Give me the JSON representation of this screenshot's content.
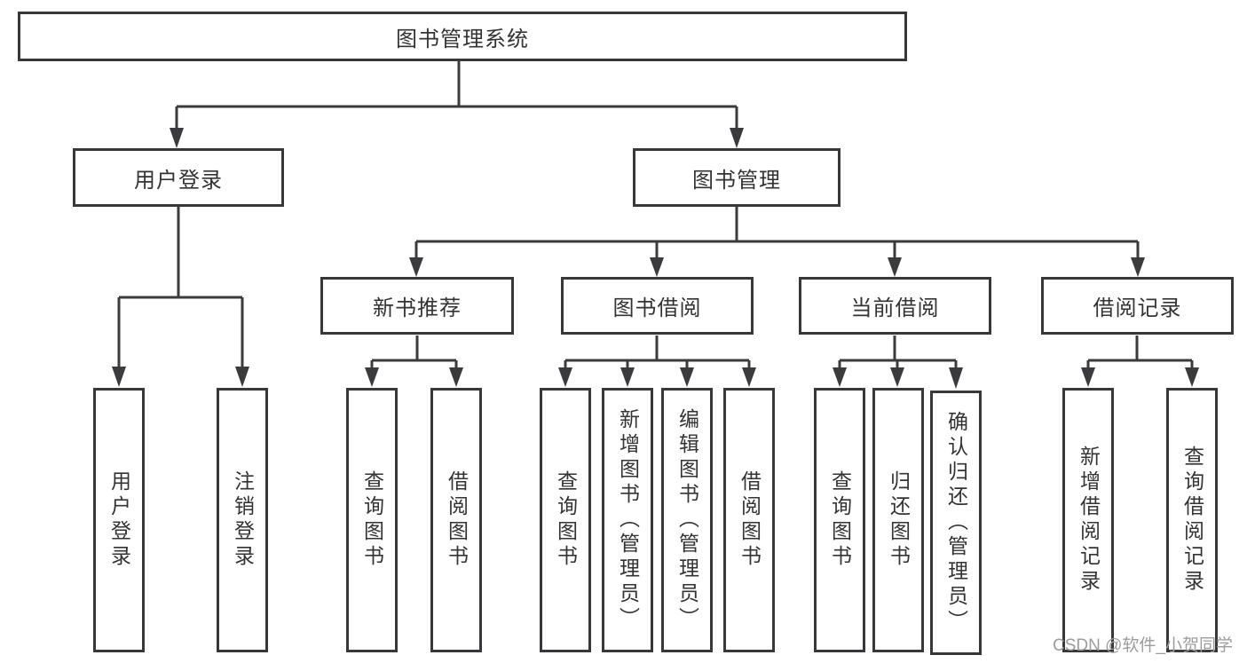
{
  "diagram": {
    "root": {
      "label": "图书管理系统"
    },
    "level2": [
      {
        "label": "用户登录"
      },
      {
        "label": "图书管理"
      }
    ],
    "level3": [
      {
        "label": "新书推荐"
      },
      {
        "label": "图书借阅"
      },
      {
        "label": "当前借阅"
      },
      {
        "label": "借阅记录"
      }
    ],
    "leaves": {
      "user_login": [
        {
          "label": "用户登录"
        },
        {
          "label": "注销登录"
        }
      ],
      "new_books": [
        {
          "label": "查询图书"
        },
        {
          "label": "借阅图书"
        }
      ],
      "book_borrow": [
        {
          "label": "查询图书"
        },
        {
          "label": "新增图书（管理员）"
        },
        {
          "label": "编辑图书（管理员）"
        },
        {
          "label": "借阅图书"
        }
      ],
      "current_borrow": [
        {
          "label": "查询图书"
        },
        {
          "label": "归还图书"
        },
        {
          "label": "确认归还（管理员）"
        }
      ],
      "borrow_records": [
        {
          "label": "新增借阅记录"
        },
        {
          "label": "查询借阅记录"
        }
      ]
    }
  },
  "watermark": {
    "text": "CSDN @软件_小贺同学"
  },
  "colors": {
    "line": "#3b3b3d",
    "text": "#333333",
    "background": "#ffffff"
  }
}
